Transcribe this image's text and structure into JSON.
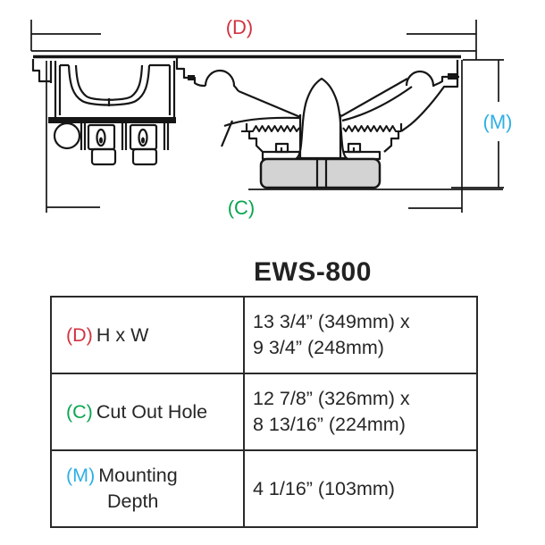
{
  "diagram": {
    "labels": {
      "d": {
        "text": "(D)",
        "color": "#d2323f"
      },
      "m": {
        "text": "(M)",
        "color": "#2fafe4"
      },
      "c": {
        "text": "(C)",
        "color": "#0aa551"
      }
    },
    "line_color": "#161616",
    "magnet_fill": "#d3d3d3"
  },
  "title": "EWS-800",
  "table": {
    "rows": [
      {
        "key": "(D)",
        "key_color": "#d2323f",
        "label": "H x W",
        "label_line2": "",
        "value_line1": "13 3/4” (349mm) x",
        "value_line2": "9 3/4” (248mm)"
      },
      {
        "key": "(C)",
        "key_color": "#0aa551",
        "label": "Cut Out Hole",
        "label_line2": "",
        "value_line1": "12 7/8” (326mm) x",
        "value_line2": "8 13/16” (224mm)"
      },
      {
        "key": "(M)",
        "key_color": "#2fafe4",
        "label": "Mounting",
        "label_line2": "Depth",
        "value_line1": "4 1/16” (103mm)",
        "value_line2": ""
      }
    ]
  }
}
